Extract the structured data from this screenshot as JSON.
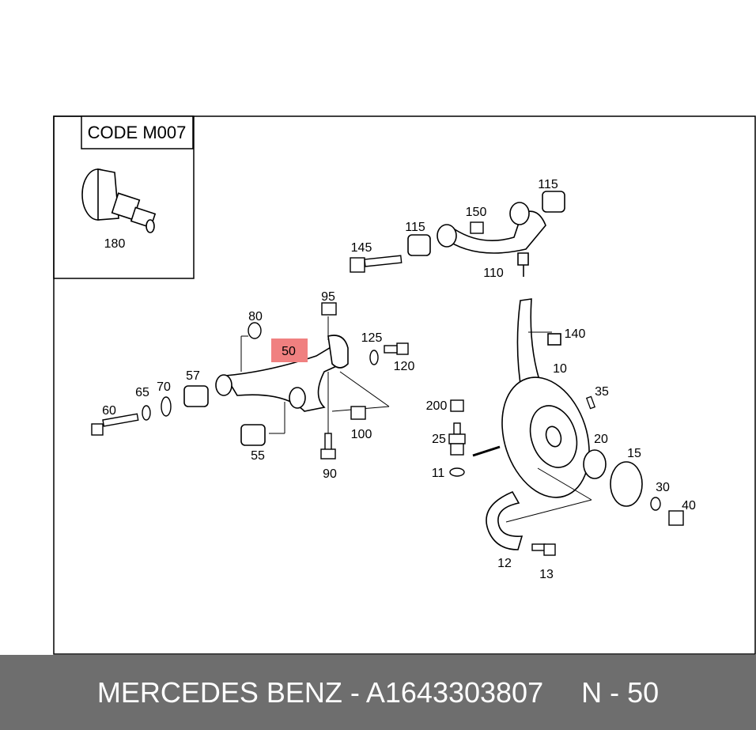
{
  "code_box": {
    "text": "CODE M007"
  },
  "parts": {
    "p180": "180",
    "p115a": "115",
    "p115b": "115",
    "p150": "150",
    "p145": "145",
    "p110": "110",
    "p95": "95",
    "p80": "80",
    "p50": "50",
    "p125": "125",
    "p120": "120",
    "p140": "140",
    "p10": "10",
    "p35": "35",
    "p200": "200",
    "p60": "60",
    "p65": "65",
    "p70": "70",
    "p57": "57",
    "p55": "55",
    "p90": "90",
    "p100": "100",
    "p25": "25",
    "p20": "20",
    "p15": "15",
    "p11": "11",
    "p30": "30",
    "p40": "40",
    "p12": "12",
    "p13": "13"
  },
  "highlight": {
    "part": "50",
    "color": "#f08080"
  },
  "footer": {
    "brand": "MERCEDES BENZ - A1643303807",
    "ref": "N - 50"
  }
}
